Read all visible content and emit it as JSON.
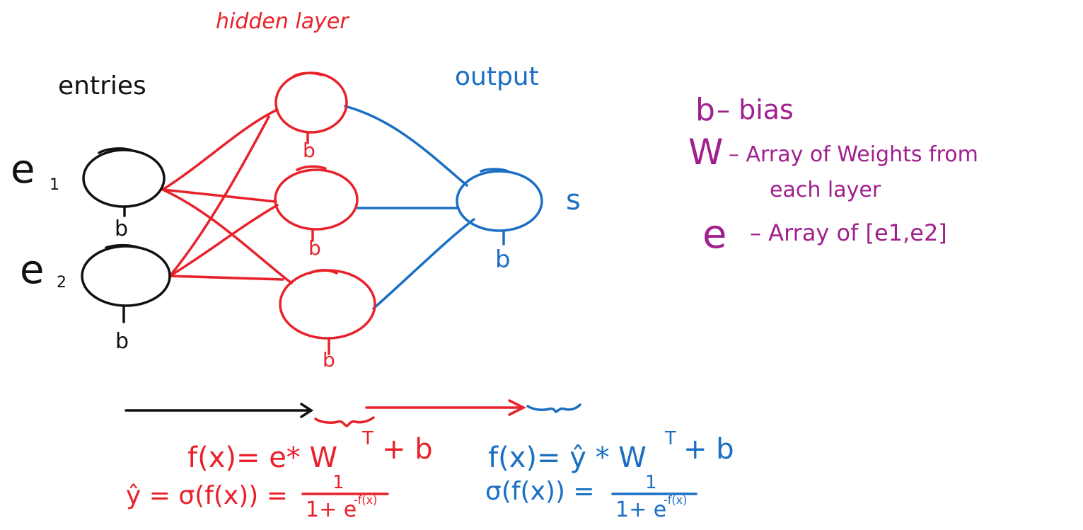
{
  "labels": {
    "hidden_layer": "hidden layer",
    "entries": "entries",
    "output": "output",
    "input1": "e",
    "input1_sub": "1",
    "input2": "e",
    "input2_sub": "2",
    "output_node": "s",
    "bias": "b"
  },
  "legend": {
    "bias_symbol": "b",
    "bias_text": "– bias",
    "weights_symbol": "W",
    "weights_text_line1": "– Array of Weights from",
    "weights_text_line2": "each layer",
    "entries_symbol": "e",
    "entries_text": "– Array of [e1,e2]"
  },
  "formulas": {
    "hidden_fx": "f(x)= e* W",
    "hidden_fx_sup": "T",
    "hidden_fx_tail": "+ b",
    "hidden_yhat_lhs": "ŷ = σ(f(x)) =",
    "hidden_frac_num": "1",
    "hidden_frac_den": "1+ e",
    "hidden_frac_exp": "-f(x)",
    "output_fx": "f(x)= ŷ * W",
    "output_fx_sup": "T",
    "output_fx_tail": "+ b",
    "output_sigma_lhs": "σ(f(x)) =",
    "output_frac_num": "1",
    "output_frac_den": "1+ e",
    "output_frac_exp": "-f(x)"
  },
  "colors": {
    "input": "#111111",
    "hidden": "#e8222b",
    "output": "#1a6fc4",
    "legend": "#a0208e"
  }
}
